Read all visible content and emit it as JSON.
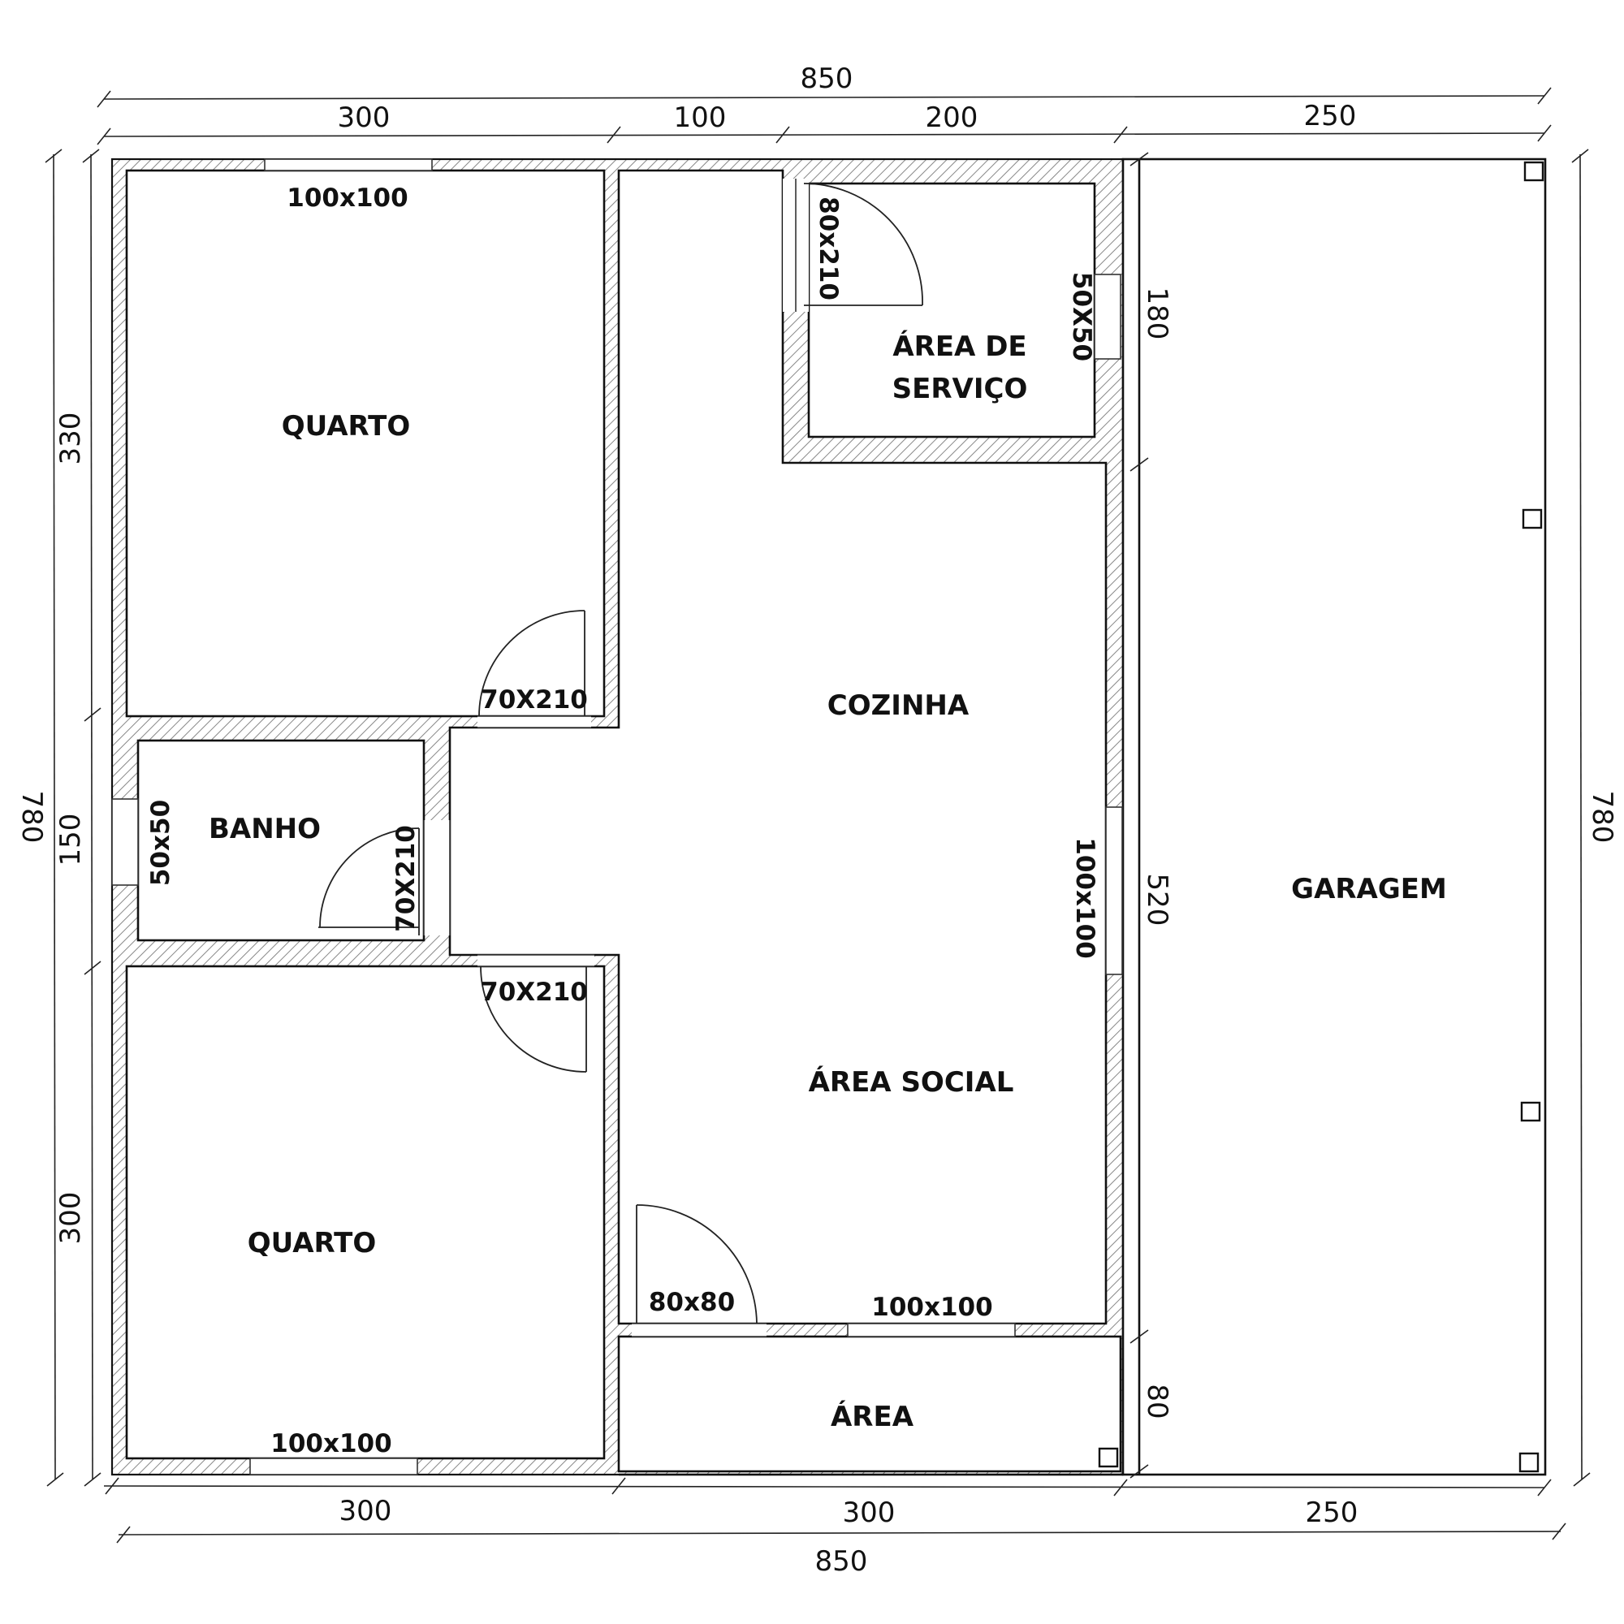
{
  "dimensions": {
    "top_total": "850",
    "top_300": "300",
    "top_100": "100",
    "top_200": "200",
    "top_250": "250",
    "bottom_300_a": "300",
    "bottom_300_b": "300",
    "bottom_250": "250",
    "bottom_total": "850",
    "left_total": "780",
    "left_330": "330",
    "left_150": "150",
    "left_300": "300",
    "right_total": "780",
    "inner_180": "180",
    "inner_520": "520",
    "inner_80": "80"
  },
  "rooms": {
    "quarto_top": "QUARTO",
    "quarto_bottom": "QUARTO",
    "banho": "BANHO",
    "area_servico_line1": "ÁREA DE",
    "area_servico_line2": "SERVIÇO",
    "cozinha": "COZINHA",
    "area_social": "ÁREA SOCIAL",
    "area": "ÁREA",
    "garagem": "GARAGEM"
  },
  "openings": {
    "window_quarto_top": "100x100",
    "door_quarto_top": "70X210",
    "window_banho": "50x50",
    "door_banho": "70X210",
    "door_quarto_bottom": "70X210",
    "window_quarto_bottom": "100x100",
    "door_servico": "80x210",
    "window_servico": "50X50",
    "window_cozinha": "100x100",
    "door_entrada": "80x80",
    "window_social": "100x100"
  }
}
